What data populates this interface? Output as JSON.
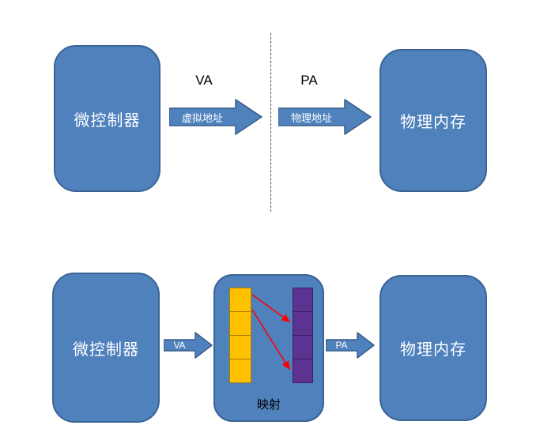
{
  "colors": {
    "box_fill": "#4f81bd",
    "box_border": "#3a6494",
    "arrow_fill": "#4f81bd",
    "orange_cell": "#ffc000",
    "purple_cell": "#5c3292",
    "mapping_arrow_red": "#ff0000",
    "background": "#ffffff"
  },
  "top_diagram": {
    "mcu_box_label": "微控制器",
    "va_title": "VA",
    "va_arrow_label": "虚拟地址",
    "pa_title": "PA",
    "pa_arrow_label": "物理地址",
    "memory_box_label": "物理内存"
  },
  "bottom_diagram": {
    "mcu_box_label": "微控制器",
    "va_arrow_label": "VA",
    "pa_arrow_label": "PA",
    "mapping_label": "映射",
    "memory_box_label": "物理内存"
  }
}
